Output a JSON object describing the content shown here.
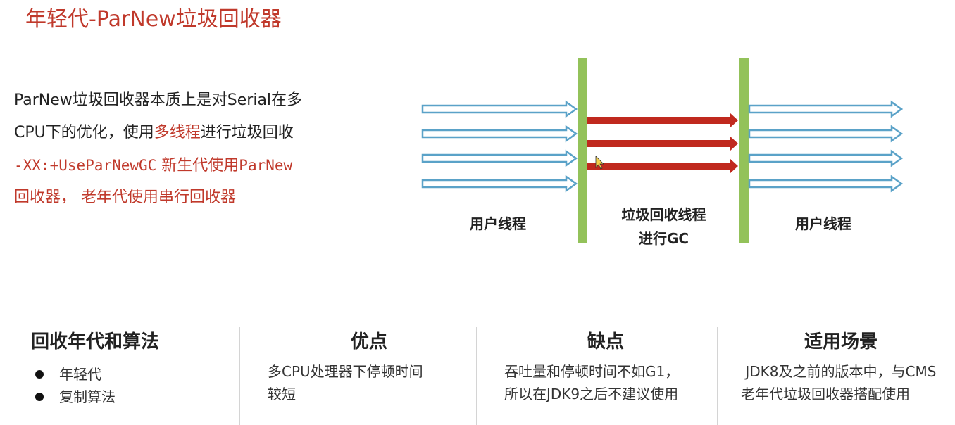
{
  "title": "年轻代-ParNew垃圾回收器",
  "description": {
    "line1": "ParNew垃圾回收器本质上是对Serial在多",
    "line2_prefix": "CPU下的优化，使用",
    "line2_highlight": "多线程",
    "line2_suffix": "进行垃圾回收",
    "line3_code": "-XX:+UseParNewGC",
    "line3_text": " 新生代使用",
    "line3_code2": "ParNew",
    "line4": "回收器，  老年代使用串行回收器"
  },
  "diagram": {
    "left_caption": "用户线程",
    "middle_caption_line1": "垃圾回收线程",
    "middle_caption_line2": "进行GC",
    "right_caption": "用户线程",
    "colors": {
      "user_arrow": "#5aa2c8",
      "gc_arrow": "#c0291e",
      "bar": "#93c25a"
    }
  },
  "columns": [
    {
      "heading": "回收年代和算法",
      "bullets": [
        "年轻代",
        "复制算法"
      ]
    },
    {
      "heading": "优点",
      "lines": [
        "多CPU处理器下停顿时间",
        "较短"
      ]
    },
    {
      "heading": "缺点",
      "lines": [
        "吞吐量和停顿时间不如G1，",
        "所以在JDK9之后不建议使用"
      ]
    },
    {
      "heading": "适用场景",
      "lines": [
        " JDK8及之前的版本中，与CMS",
        "老年代垃圾回收器搭配使用"
      ]
    }
  ]
}
